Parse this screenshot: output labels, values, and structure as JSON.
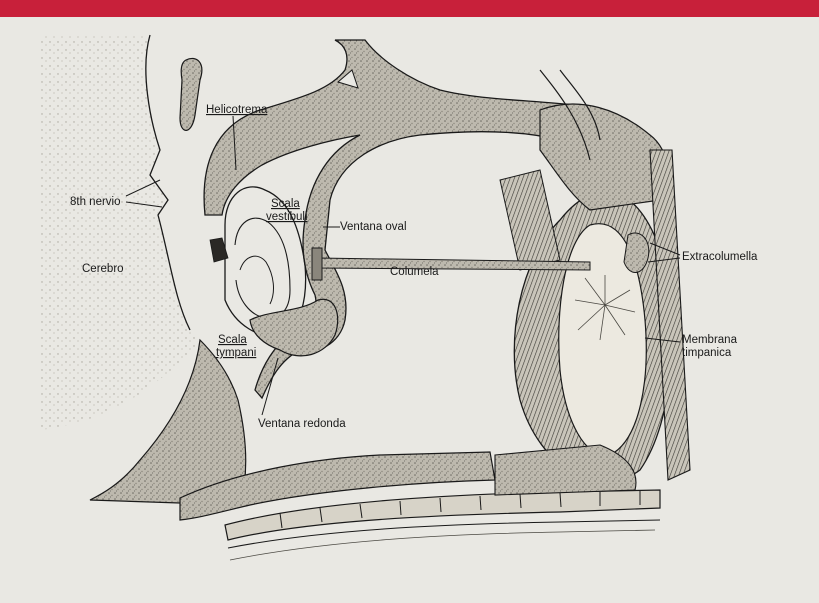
{
  "colors": {
    "header_bar": "#c8203a",
    "background": "#e9e8e3",
    "ink": "#1a1a1a",
    "tissue": "#b7b3a8"
  },
  "labels": {
    "helicotrema": "Helicotrema",
    "nervio": "8th nervio",
    "cerebro": "Cerebro",
    "scala_vestibuli_1": "Scala",
    "scala_vestibuli_2": "vestibuli",
    "ventana_oval": "Ventana oval",
    "columela": "Columela",
    "extracolumella": "Extracolumella",
    "scala_tympani_1": "Scala",
    "scala_tympani_2": "tympani",
    "membrana_1": "Membrana",
    "membrana_2": "timpanica",
    "ventana_redonda": "Ventana redonda"
  }
}
